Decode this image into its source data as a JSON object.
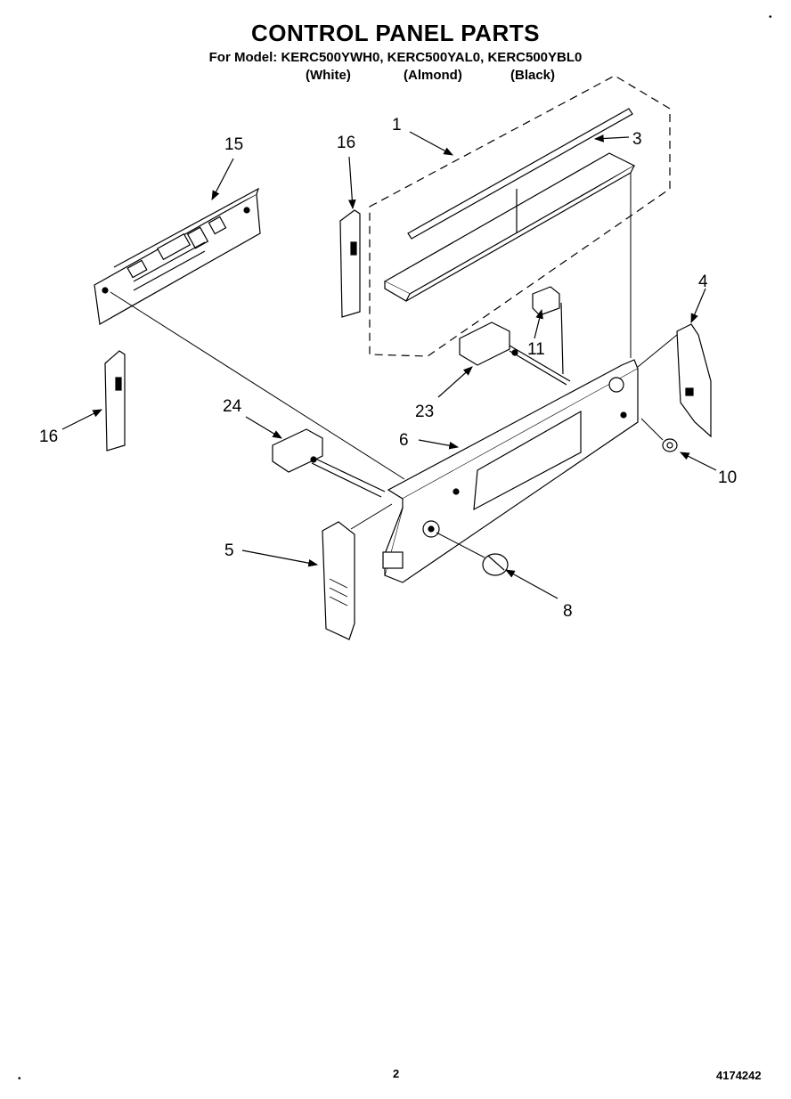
{
  "header": {
    "title": "CONTROL PANEL PARTS",
    "models": "For Model: KERC500YWH0, KERC500YAL0, KERC500YBL0",
    "colors": [
      "(White)",
      "(Almond)",
      "(Black)"
    ]
  },
  "callouts": {
    "c1": "1",
    "c3": "3",
    "c4": "4",
    "c5": "5",
    "c6": "6",
    "c8": "8",
    "c10": "10",
    "c11": "11",
    "c15": "15",
    "c16a": "16",
    "c16b": "16",
    "c23": "23",
    "c24": "24"
  },
  "footer": {
    "page_number": "2",
    "doc_number": "4174242"
  }
}
